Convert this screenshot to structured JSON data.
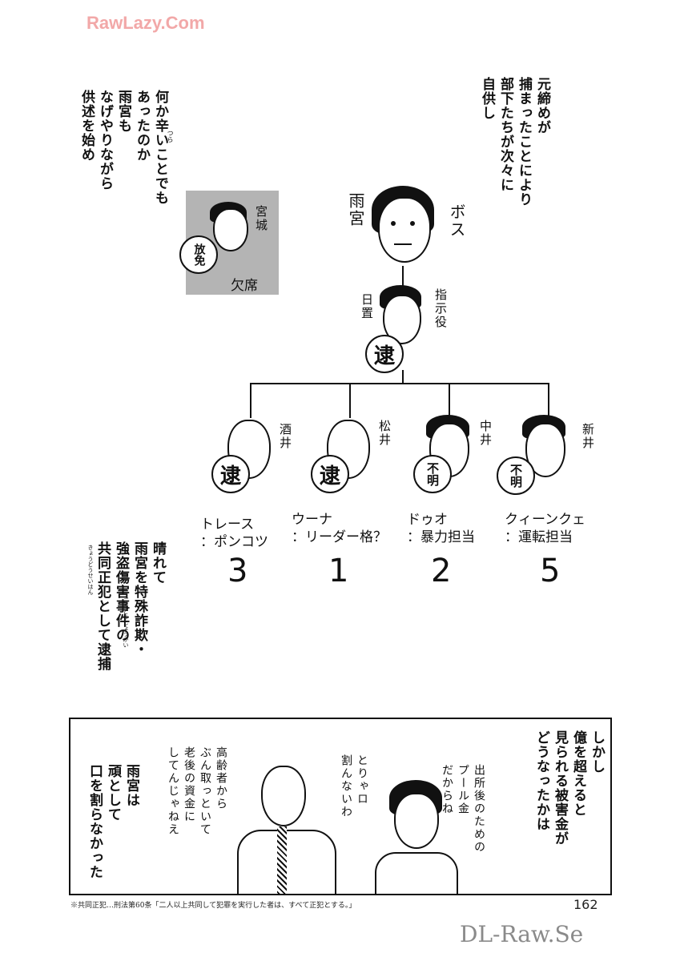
{
  "watermarks": {
    "top": "RawLazy.Com",
    "bottom": "DL-Raw.Se"
  },
  "narration": {
    "top_right": [
      "元締めが",
      "捕まったことにより",
      "部下たちが次々に",
      "自供し"
    ],
    "top_left": [
      "何か辛いことでも",
      "あったのか",
      "雨宮も",
      "なげやりながら",
      "供述を始め"
    ],
    "furigana_tsura": "つら",
    "middle_left": [
      "晴れて",
      "雨宮を特殊詐欺・",
      "強盗傷害事件の",
      "共同正犯として逮捕"
    ],
    "furigana_gotou": "ごうとうしょうがい",
    "furigana_kyoudou": "きょうどうせいはん",
    "panel_right": [
      "しかし",
      "億を超えると",
      "見られる被害金が",
      "どうなったかは"
    ],
    "panel_left": [
      "雨宮は",
      "頑として",
      "口を割らなかった"
    ]
  },
  "chart": {
    "boss": {
      "name": "雨宮",
      "role": "ボス"
    },
    "miyagi": {
      "name": "宮城",
      "stamp": "放免",
      "status": "欠席"
    },
    "commander": {
      "name": "日置",
      "role": "指示役",
      "stamp": "逮"
    },
    "members": [
      {
        "name": "酒井",
        "stamp": "逮",
        "role": "トレース\n：ポンコツ",
        "number": "3"
      },
      {
        "name": "松井",
        "stamp": "逮",
        "role": "ウーナ\n：リーダー格？",
        "number": "1"
      },
      {
        "name": "中井",
        "stamp": "不明",
        "role": "ドゥオ\n：暴力担当",
        "number": "2"
      },
      {
        "name": "新井",
        "stamp": "不明",
        "role": "クィーンクェ\n：運転担当",
        "number": "5"
      }
    ]
  },
  "speech": {
    "older_man": [
      "高齢者から",
      "ぶん取っといて",
      "老後の資金に",
      "してんじゃねえ"
    ],
    "young_man_1": [
      "とりゃロ",
      "割んないわ"
    ],
    "young_man_2": [
      "出所後のための",
      "プール金",
      "だからね"
    ]
  },
  "footnote": "※共同正犯…刑法第60条「二人以上共同して犯罪を実行した者は、すべて正犯とする。」",
  "page_number": "162"
}
